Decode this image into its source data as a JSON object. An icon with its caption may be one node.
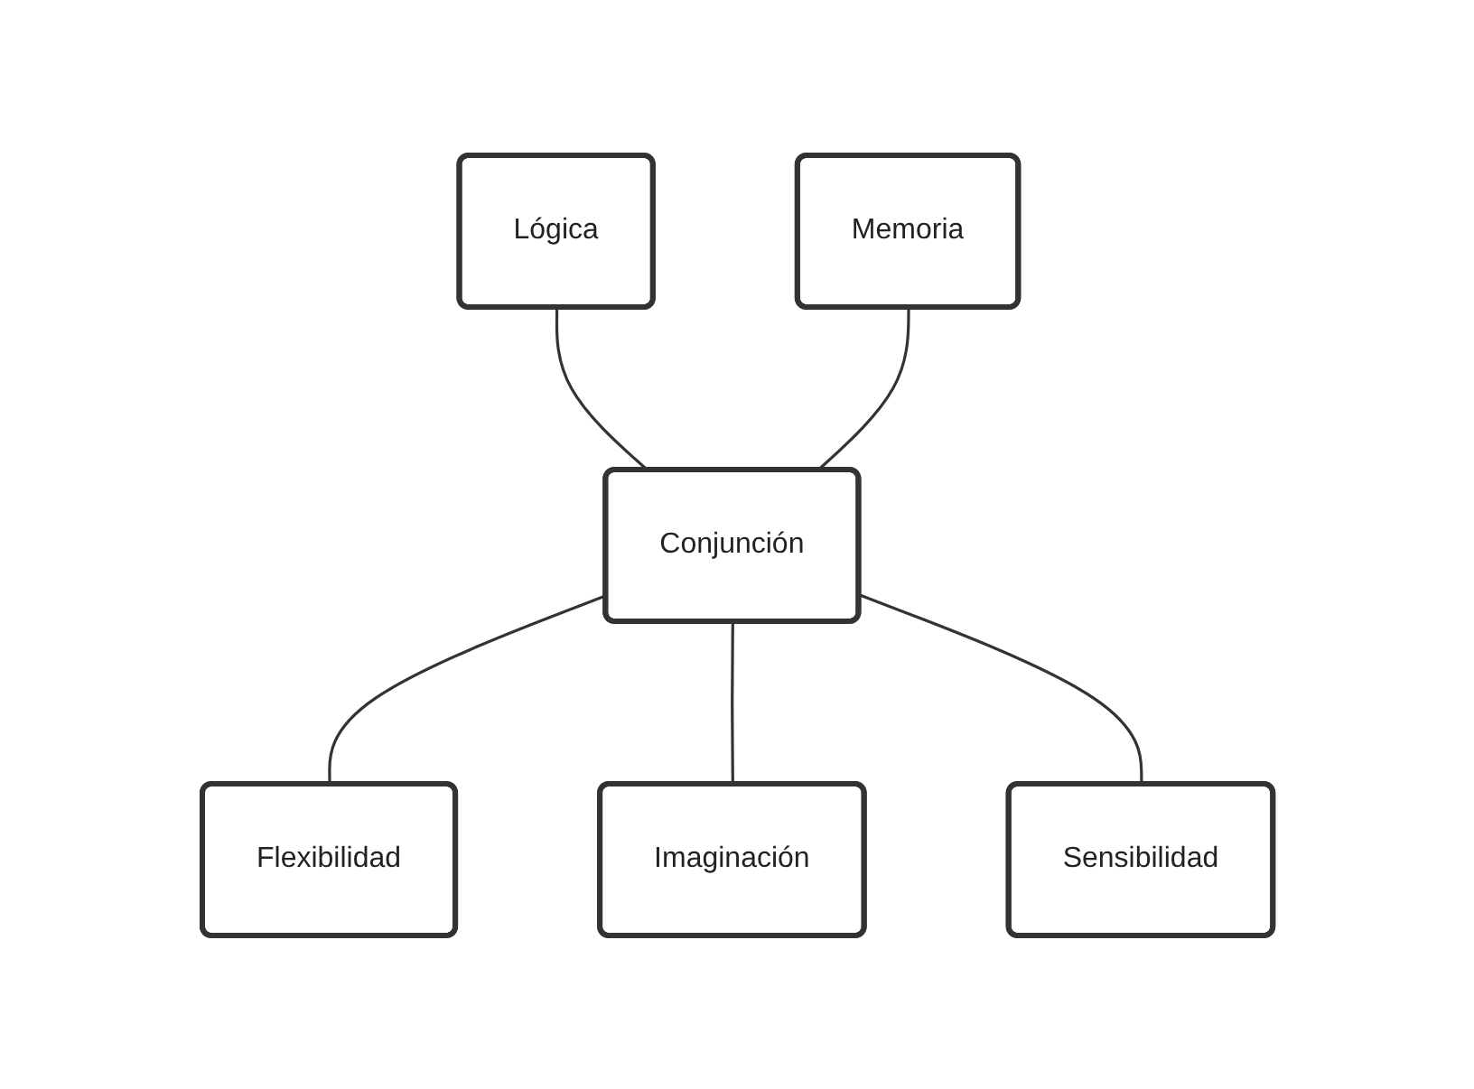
{
  "diagram": {
    "nodes": [
      {
        "text": [
          "Lógica"
        ]
      },
      {
        "text": [
          "Memoria"
        ]
      },
      {
        "text": [
          "Conjunción"
        ]
      },
      {
        "text": [
          "Flexibilidad"
        ]
      },
      {
        "text": [
          "Sensibilidad"
        ]
      },
      {
        "text": [
          "Imaginación"
        ]
      }
    ],
    "edges": [
      {
        "from": 0,
        "to": 2,
        "arrow": "none"
      },
      {
        "from": 1,
        "to": 2,
        "arrow": "none"
      },
      {
        "from": 2,
        "to": 3,
        "arrow": "none"
      },
      {
        "from": 2,
        "to": 5,
        "arrow": "none"
      },
      {
        "from": 2,
        "to": 4,
        "arrow": "none"
      }
    ]
  }
}
